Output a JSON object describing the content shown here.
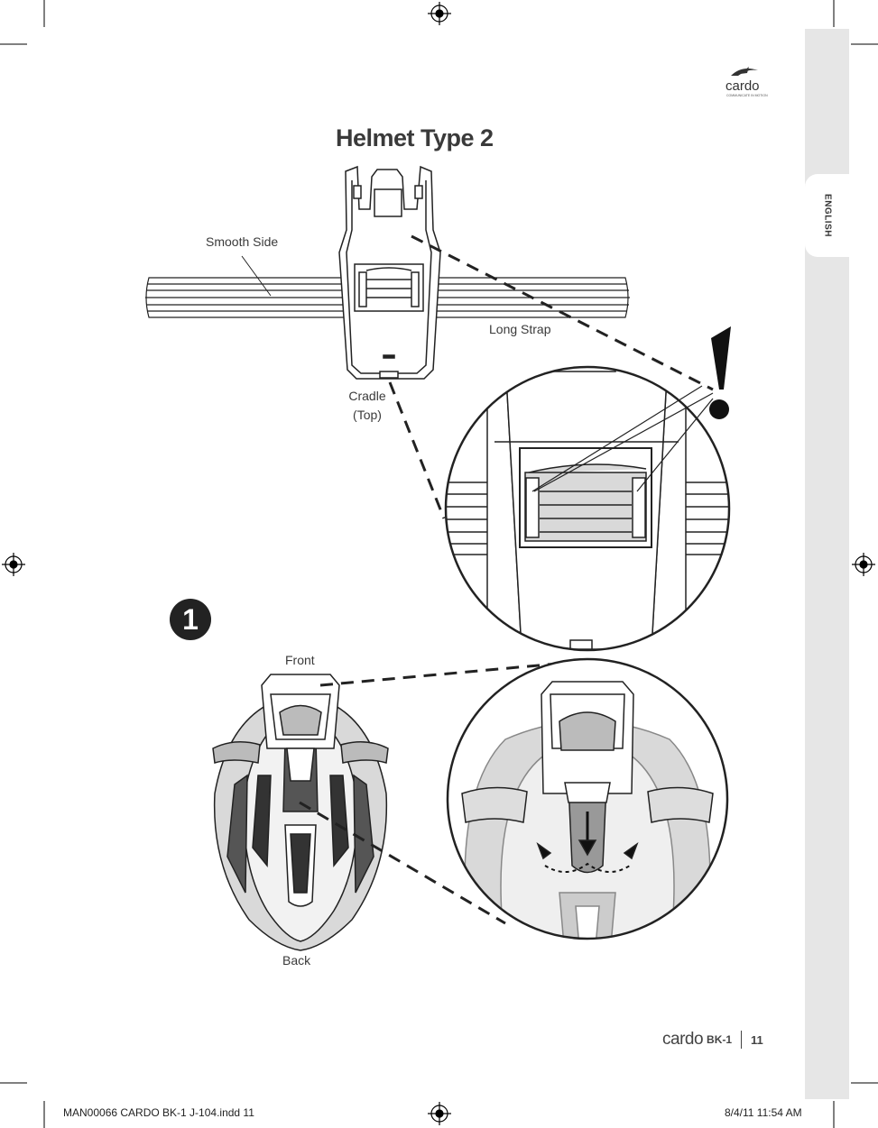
{
  "page": {
    "title": "Helmet Type 2",
    "language_tab": "ENGLISH",
    "step_number": "1",
    "brand_logo": {
      "icon": "cardo-logo-icon",
      "wordmark": "cardo",
      "tagline": "COMMUNICATE IN MOTION"
    }
  },
  "labels": {
    "smooth_side": "Smooth Side",
    "long_strap": "Long Strap",
    "cradle_top": {
      "line1": "Cradle",
      "line2": "(Top)"
    },
    "front": "Front",
    "back": "Back"
  },
  "footer": {
    "brand": "cardo",
    "model": "BK-1",
    "page_number": "11"
  },
  "slug": {
    "file": "MAN00066 CARDO BK-1 J-104.indd   11",
    "timestamp": "8/4/11   11:54 AM"
  },
  "colors": {
    "sidebar": "#e6e6e6",
    "text": "#3a3a3a",
    "line_art": "#222222",
    "helmet_fill": "#d9d9d9",
    "vent_fill": "#333333"
  }
}
